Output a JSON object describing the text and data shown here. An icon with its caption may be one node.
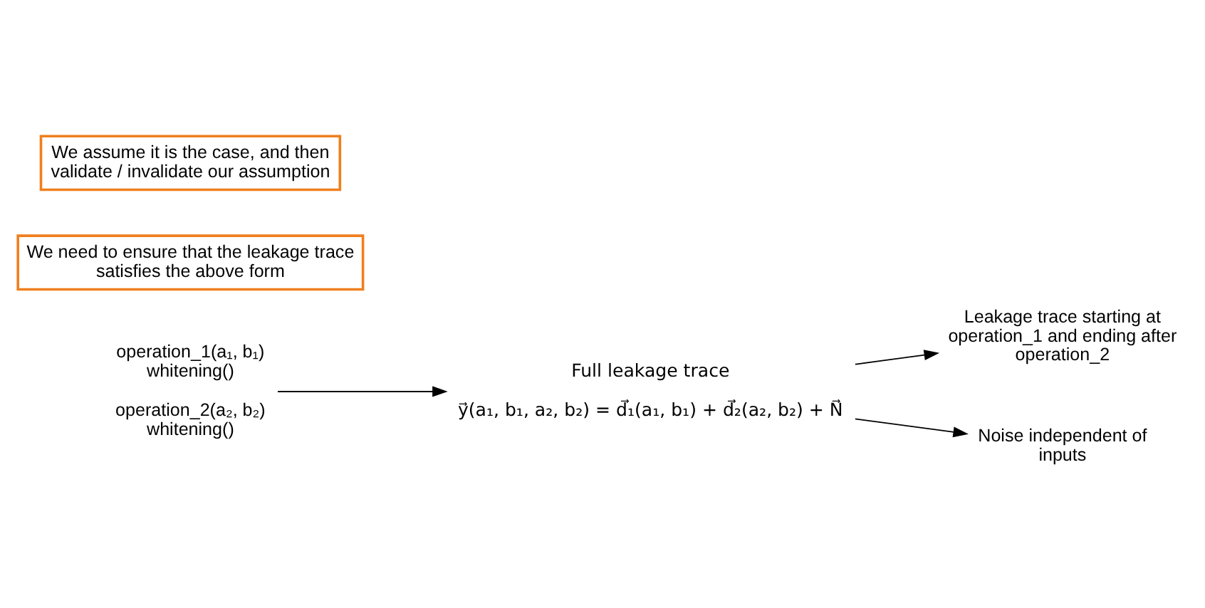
{
  "diagram": {
    "nodes": [
      {
        "text": [
          "operation_1(a₁, b₁) whitening()",
          "operation_2(a₂, b₂) whitening()"
        ]
      },
      {
        "text": [
          "Full leakage trace",
          "y⃗(a₁, b₁, a₂, b₂) = d⃗₁(a₁, b₁) + d⃗₂(a₂, b₂) + N⃗"
        ]
      },
      {
        "text": [
          "Leakage trace starting at operation_1 and ending after operation_2"
        ]
      },
      {
        "text": [
          "Noise independent of inputs"
        ]
      },
      {
        "text": [
          "We need to ensure that the leakage trace satisfies the above form"
        ]
      },
      {
        "text": [
          "We assume it is the case, and then validate / invalidate our assumption"
        ]
      }
    ],
    "edges": [
      {
        "from": 0,
        "to": 1,
        "arrow": "to"
      },
      {
        "from": 1,
        "to": 2,
        "arrow": "to"
      },
      {
        "from": 1,
        "to": 3,
        "arrow": "to"
      }
    ]
  }
}
